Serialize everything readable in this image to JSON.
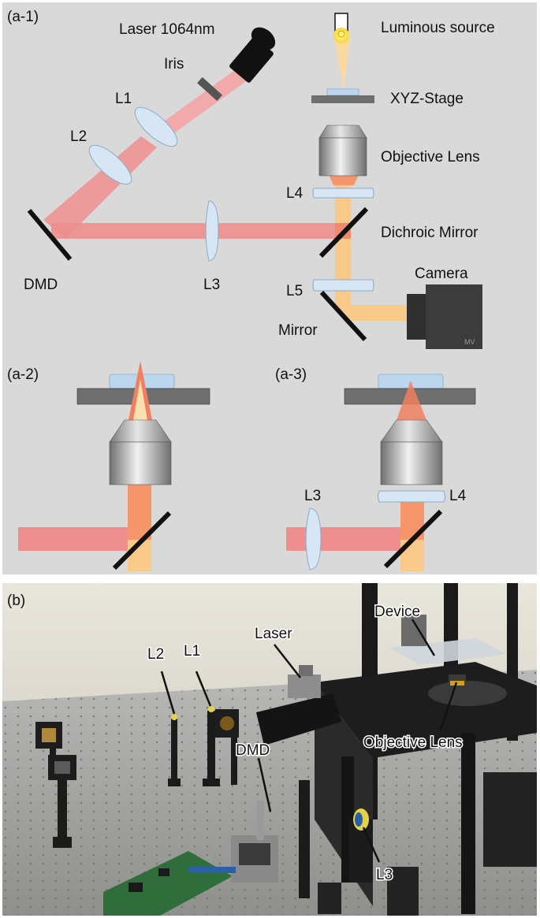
{
  "colors": {
    "panel_bg": "#d9d9d9",
    "laser_beam": "#f08a8a",
    "visible_beam": "#f9c98a",
    "orange_beam": "#f5956a",
    "lens_fill": "#d6e6f4",
    "mirror": "#111111",
    "stage": "#6f6f6f",
    "slide": "#bcd6ee",
    "objective": "#9a9a9a",
    "camera": "#3c3c3c",
    "source": "#f7e15a"
  },
  "panel_a1": {
    "tag": "(a-1)",
    "labels": {
      "laser": "Laser 1064nm",
      "iris": "Iris",
      "l1": "L1",
      "l2": "L2",
      "l3": "L3",
      "l4": "L4",
      "l5": "L5",
      "dmd": "DMD",
      "luminous_source": "Luminous source",
      "xyz_stage": "XYZ-Stage",
      "objective_lens": "Objective Lens",
      "dichroic_mirror": "Dichroic Mirror",
      "camera": "Camera",
      "mirror": "Mirror"
    }
  },
  "panel_a2": {
    "tag": "(a-2)"
  },
  "panel_a3": {
    "tag": "(a-3)",
    "labels": {
      "l3": "L3",
      "l4": "L4"
    }
  },
  "panel_b": {
    "tag": "(b)",
    "labels": {
      "l2": "L2",
      "l1": "L1",
      "laser": "Laser",
      "device": "Device",
      "objective_lens": "Objective Lens",
      "dmd": "DMD",
      "l3": "L3"
    }
  }
}
